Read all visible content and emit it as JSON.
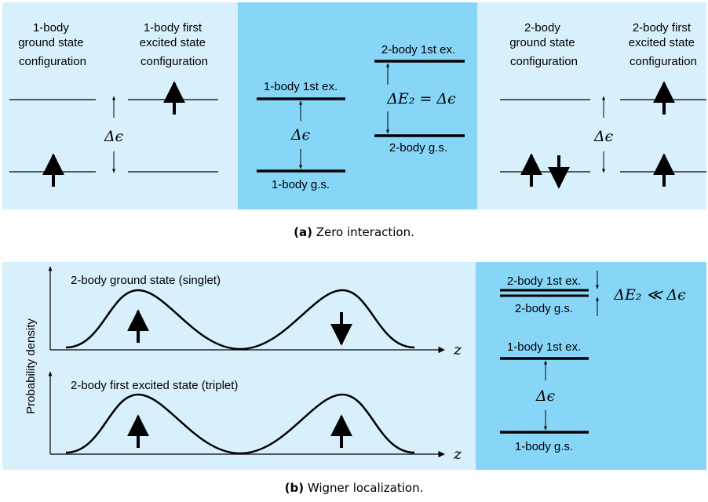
{
  "colors": {
    "light_panel": "#d7f0fc",
    "mid_panel": "#87d6f8",
    "line": "#000000"
  },
  "top": {
    "panel1": {
      "label_ground": [
        "1-body",
        "ground state",
        "configuration"
      ],
      "label_excited": [
        "1-body first",
        "excited state",
        "configuration"
      ],
      "gap": "Δϵ"
    },
    "panel2": {
      "one_ex": "1-body 1st ex.",
      "one_gs": "1-body g.s.",
      "gap1": "Δϵ",
      "two_ex": "2-body 1st ex.",
      "two_gs": "2-body g.s.",
      "gap2": "ΔE₂ = Δϵ"
    },
    "panel3": {
      "label_ground": [
        "2-body",
        "ground state",
        "configuration"
      ],
      "label_excited": [
        "2-body first",
        "excited state",
        "configuration"
      ],
      "gap": "Δϵ"
    },
    "caption_bold": "(a)",
    "caption_text": " Zero interaction."
  },
  "bottom": {
    "ylabel": "Probability density",
    "xlabel": "z",
    "plot1_title": "2-body ground state (singlet)",
    "plot2_title": "2-body first excited state (triplet)",
    "two_ex": "2-body 1st ex.",
    "two_gs": "2-body g.s.",
    "gap2": "ΔE₂ ≪ Δϵ",
    "one_ex": "1-body 1st ex.",
    "one_gs": "1-body g.s.",
    "gap1": "Δϵ",
    "caption_bold": "(b)",
    "caption_text": " Wigner localization."
  }
}
